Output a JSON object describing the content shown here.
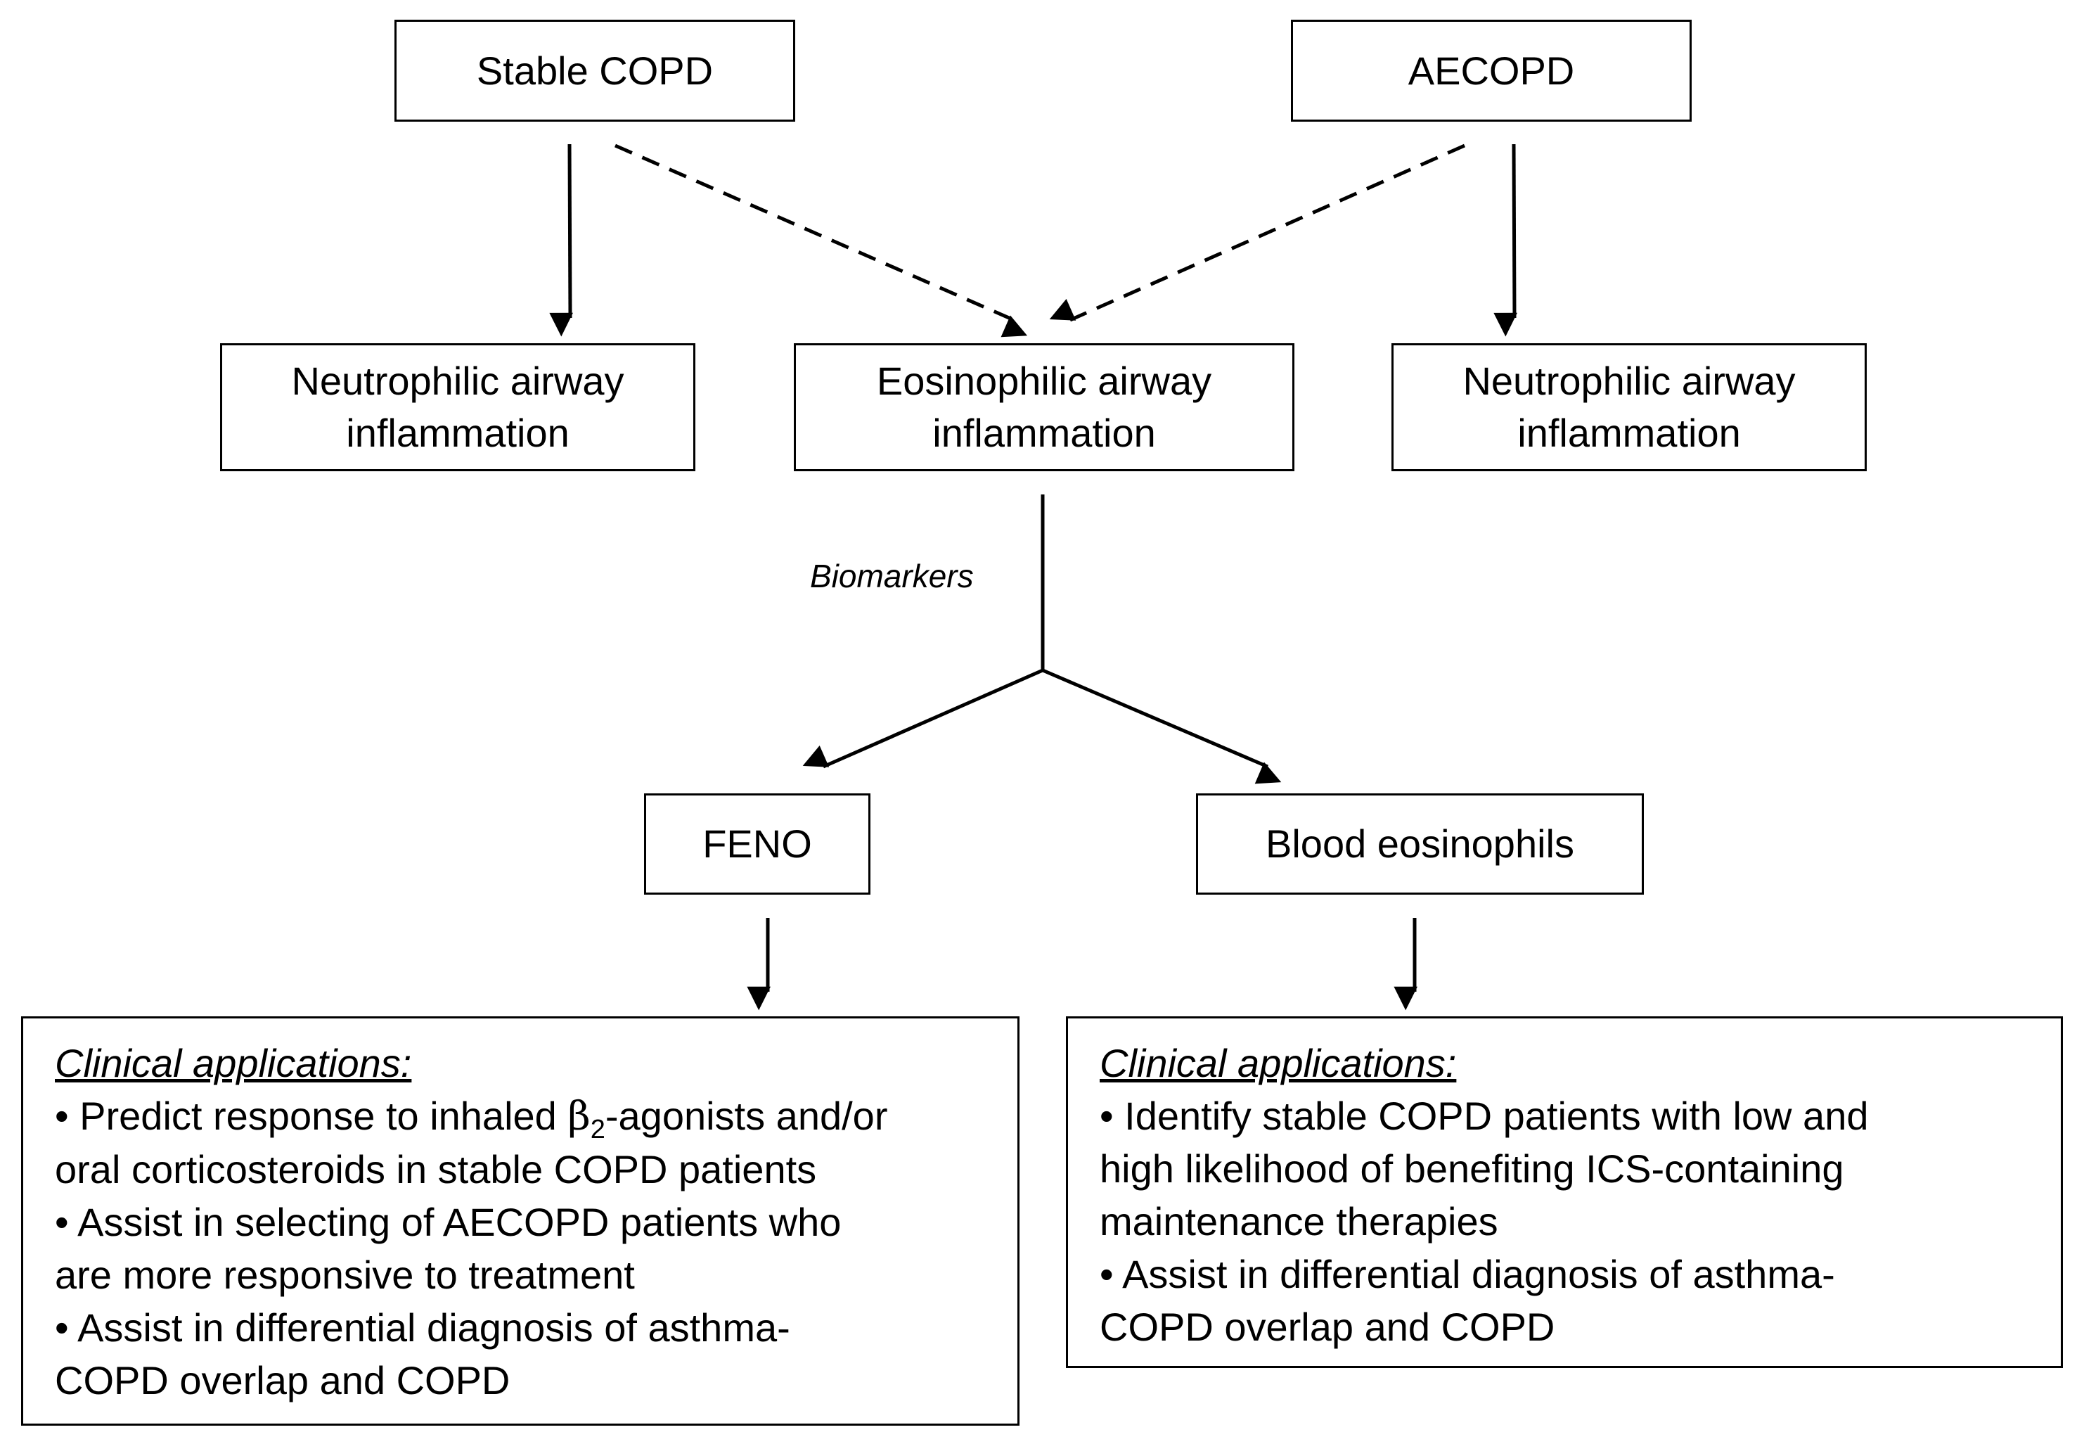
{
  "nodes": {
    "stable": "Stable COPD",
    "aecopd": "AECOPD",
    "neut_left_1": "Neutrophilic airway",
    "neut_left_2": "inflammation",
    "eos_1": "Eosinophilic airway",
    "eos_2": "inflammation",
    "neut_right_1": "Neutrophilic airway",
    "neut_right_2": "inflammation",
    "feno": "FENO",
    "blood": "Blood eosinophils"
  },
  "edge_label": "Biomarkers",
  "feno_apps": {
    "heading": "Clinical applications:",
    "b1_pre": "• Predict response to inhaled ",
    "b1_beta": "β",
    "b1_sub": "2",
    "b1_post": "-agonists and/or",
    "b1_line2": "oral corticosteroids in stable COPD patients",
    "b2_line1": "• Assist in selecting of AECOPD patients who",
    "b2_line2": "are more responsive to treatment",
    "b3_line1": "• Assist in differential diagnosis of asthma-",
    "b3_line2": "COPD overlap and COPD"
  },
  "blood_apps": {
    "heading": "Clinical applications:",
    "b1_line1": "• Identify stable COPD patients with low and",
    "b1_line2": "high likelihood of benefiting ICS-containing",
    "b1_line3": "maintenance therapies",
    "b2_line1": "• Assist in differential diagnosis of asthma-",
    "b2_line2": "COPD overlap and COPD"
  }
}
